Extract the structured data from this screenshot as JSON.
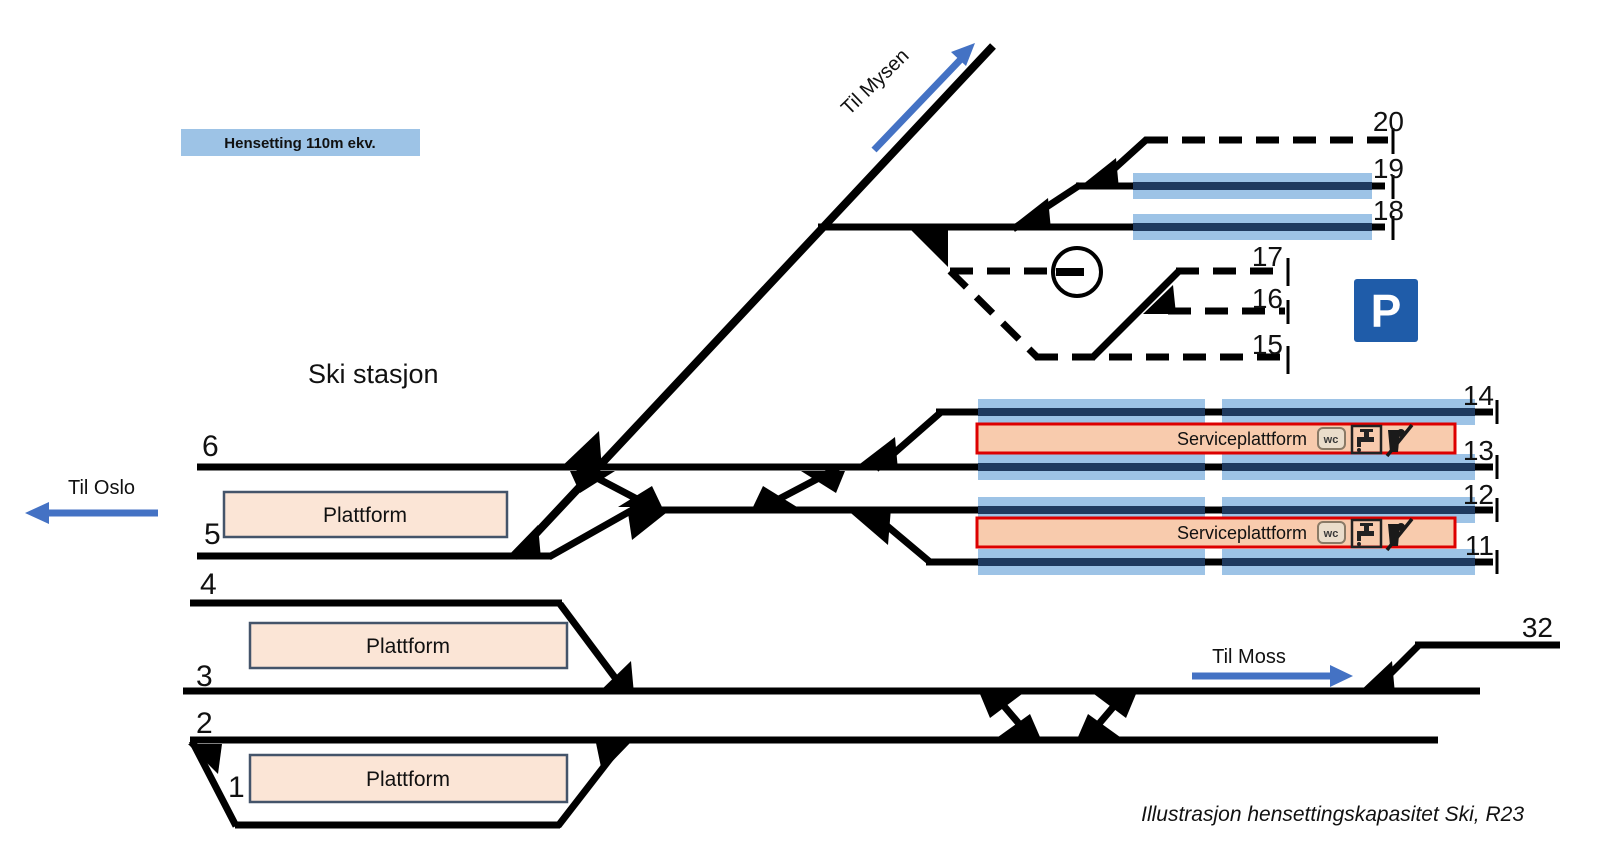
{
  "station": {
    "name": "Ski stasjon"
  },
  "legend": {
    "hensetting_label": "Hensetting 110m ekv."
  },
  "directions": {
    "oslo": "Til Oslo",
    "mysen": "Til Mysen",
    "moss": "Til Moss"
  },
  "caption": "Illustrasjon hensettingskapasitet Ski, R23",
  "labels": {
    "plattform": "Plattform",
    "serviceplattform": "Serviceplattform",
    "parking": "P",
    "wc": "wc"
  },
  "tracks": {
    "t1": "1",
    "t2": "2",
    "t3": "3",
    "t4": "4",
    "t5": "5",
    "t6": "6",
    "t11": "11",
    "t12": "12",
    "t13": "13",
    "t14": "14",
    "t15": "15",
    "t16": "16",
    "t17": "17",
    "t18": "18",
    "t19": "19",
    "t20": "20",
    "t32": "32"
  },
  "colors": {
    "track_black": "#000000",
    "hensetting_band": "#9DC3E6",
    "hensetting_band_core": "#1F3A5F",
    "arrow_blue": "#4472C4",
    "legend_fill": "#9DC3E6",
    "legend_text": "#1F4E79",
    "platform_fill": "#FBE5D6",
    "platform_border": "#44546A",
    "platform_text": "#BF8F00",
    "service_fill": "#F8CBAD",
    "service_border": "#DD0000",
    "parking_fill": "#1F5CA9"
  }
}
